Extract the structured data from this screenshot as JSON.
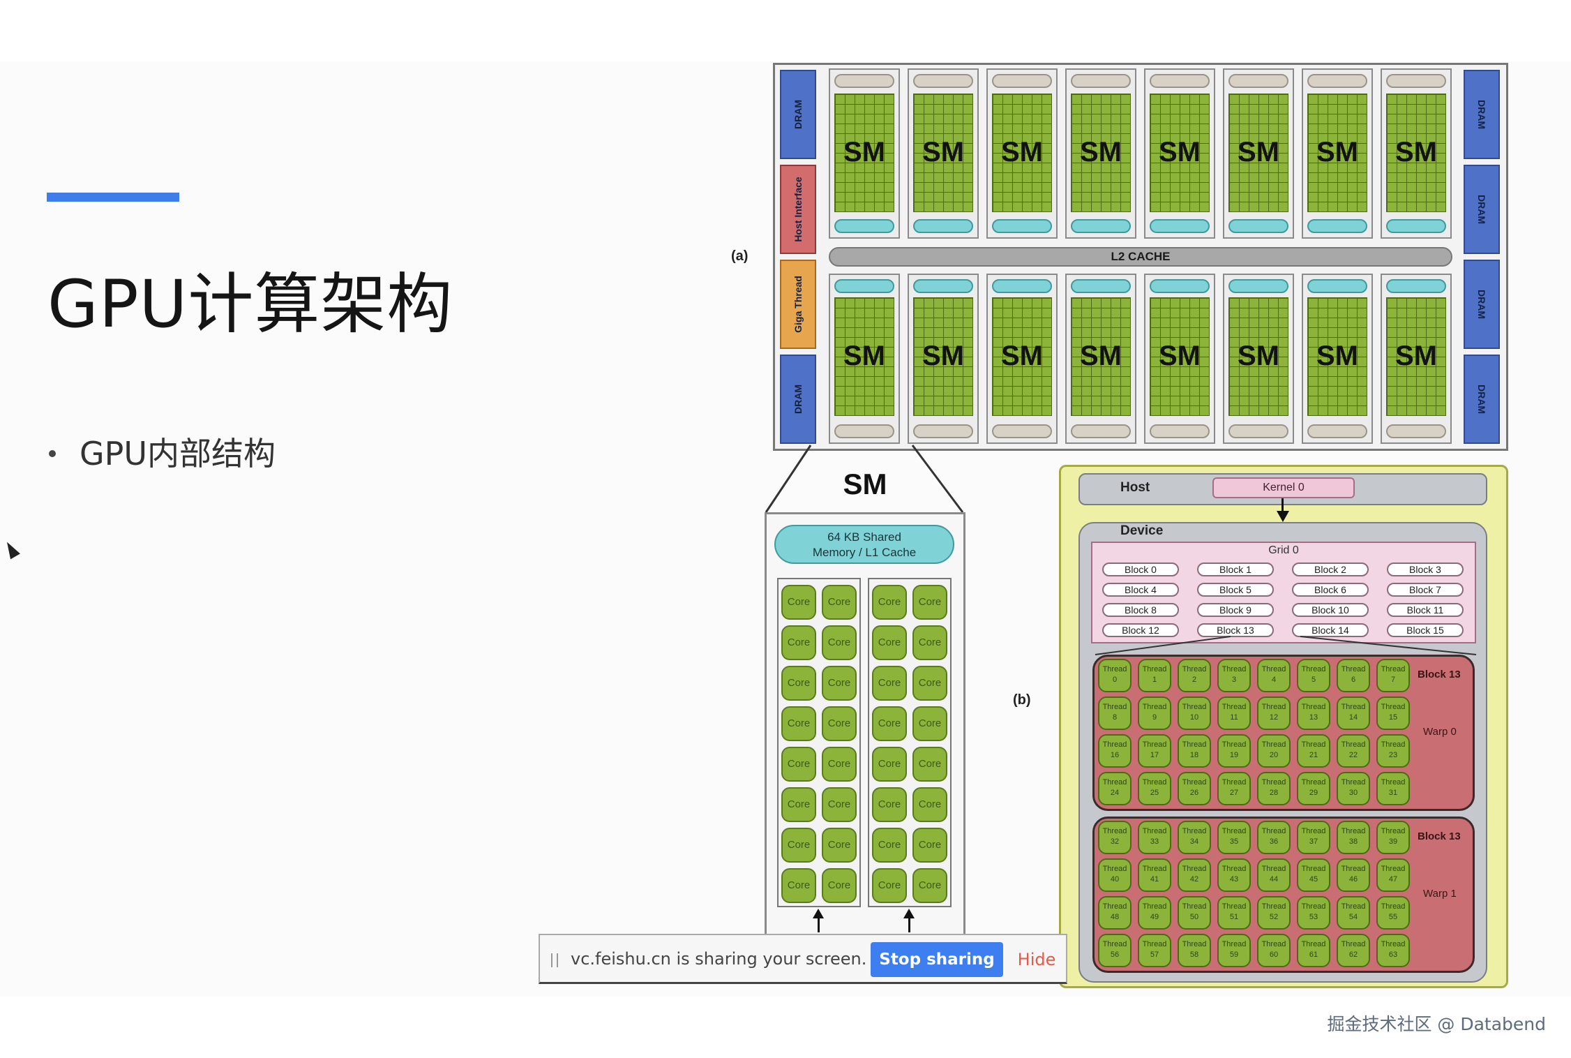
{
  "slide": {
    "title": "GPU计算架构",
    "bullets": [
      "GPU内部结构"
    ]
  },
  "diagram_a": {
    "caption": "(a)",
    "sm_label": "SM",
    "l2_cache": "L2 CACHE",
    "left_blocks": [
      "DRAM",
      "Host Interface",
      "Giga Thread",
      "DRAM"
    ],
    "right_blocks": [
      "DRAM",
      "DRAM",
      "DRAM",
      "DRAM"
    ]
  },
  "sm_detail": {
    "title": "SM",
    "shared_memory_line1": "64 KB Shared",
    "shared_memory_line2": "Memory / L1 Cache",
    "core_label": "Core"
  },
  "diagram_b": {
    "caption": "(b)",
    "host": "Host",
    "kernel": "Kernel 0",
    "device": "Device",
    "grid": "Grid 0",
    "blocks": [
      "Block 0",
      "Block 1",
      "Block 2",
      "Block 3",
      "Block 4",
      "Block 5",
      "Block 6",
      "Block 7",
      "Block 8",
      "Block 9",
      "Block 10",
      "Block 11",
      "Block 12",
      "Block 13",
      "Block 14",
      "Block 15"
    ],
    "thread_word": "Thread",
    "warps": [
      {
        "block": "Block 13",
        "warp": "Warp 0",
        "threads": [
          "0",
          "1",
          "2",
          "3",
          "4",
          "5",
          "6",
          "7",
          "8",
          "9",
          "10",
          "11",
          "12",
          "13",
          "14",
          "15",
          "16",
          "17",
          "18",
          "19",
          "20",
          "21",
          "22",
          "23",
          "24",
          "25",
          "26",
          "27",
          "28",
          "29",
          "30",
          "31"
        ]
      },
      {
        "block": "Block 13",
        "warp": "Warp 1",
        "threads": [
          "32",
          "33",
          "34",
          "35",
          "36",
          "37",
          "38",
          "39",
          "40",
          "41",
          "42",
          "43",
          "44",
          "45",
          "46",
          "47",
          "48",
          "49",
          "50",
          "51",
          "52",
          "53",
          "54",
          "55",
          "56",
          "57",
          "58",
          "59",
          "60",
          "61",
          "62",
          "63"
        ]
      }
    ]
  },
  "share_bar": {
    "message": "vc.feishu.cn is sharing your screen.",
    "stop_label": "Stop sharing",
    "hide_label": "Hide"
  },
  "watermark": "掘金技术社区 @ Databend",
  "colors": {
    "accent": "#3f7ee8",
    "dram": "#4f72c8",
    "core_green": "#8cb43a",
    "cache_cyan": "#7fd3d6",
    "block_red": "#c96f73",
    "stop_button": "#3d7ff0",
    "hide_text": "#e25b4a"
  }
}
